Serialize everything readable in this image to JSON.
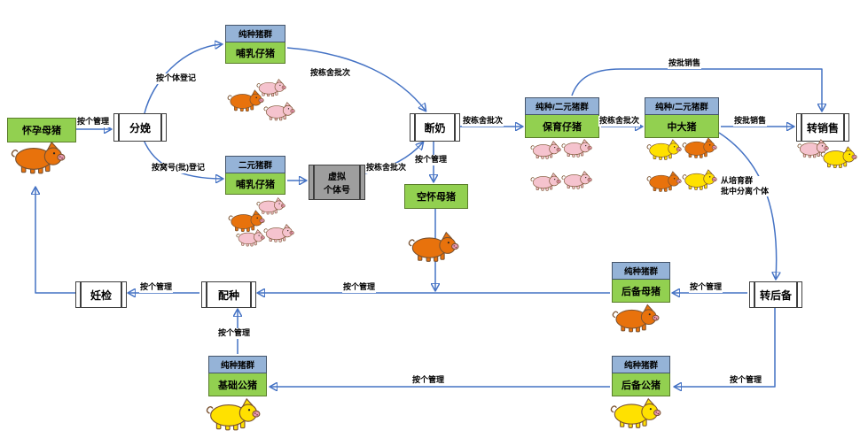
{
  "diagram": {
    "nodes": {
      "pregnant_sow": {
        "label": "怀孕母猪"
      },
      "farrowing": {
        "label": "分娩"
      },
      "purebred_suckling": {
        "header": "纯种猪群",
        "label": "哺乳仔猪"
      },
      "binary_suckling": {
        "header": "二元猪群",
        "label": "哺乳仔猪"
      },
      "virtual_id": {
        "label": "虚拟\n个体号"
      },
      "weaning": {
        "label": "断奶"
      },
      "open_sow": {
        "label": "空怀母猪"
      },
      "nursery_piglets": {
        "header": "纯种/二元猪群",
        "label": "保育仔猪"
      },
      "grower_pigs": {
        "header": "纯种/二元猪群",
        "label": "中大猪"
      },
      "to_sales": {
        "label": "转销售"
      },
      "to_reserve": {
        "label": "转后备"
      },
      "reserve_sows": {
        "header": "纯种猪群",
        "label": "后备母猪"
      },
      "mating": {
        "label": "配种"
      },
      "pregnancy_check": {
        "label": "妊检"
      },
      "base_boars": {
        "header": "纯种猪群",
        "label": "基础公猪"
      },
      "reserve_boars": {
        "header": "纯种猪群",
        "label": "后备公猪"
      }
    },
    "edge_labels": {
      "manage_individual_1": "按个管理",
      "register_individual": "按个体登记",
      "barn_batch_1": "按栋舍批次",
      "register_litter": "按窝号(批)登记",
      "barn_batch_2": "按栋舍批次",
      "manage_individual_2": "按个管理",
      "barn_batch_3": "按栋舍批次",
      "barn_batch_4": "按栋舍批次",
      "batch_sale_1": "按批销售",
      "batch_sale_2": "按批销售",
      "separate_from_batch": "从培育群\n批中分离个体",
      "manage_individual_3": "按个管理",
      "manage_individual_4": "按个管理",
      "manage_individual_5": "按个管理",
      "manage_individual_6": "按个管理",
      "manage_individual_7": "按个管理",
      "manage_individual_8": "按个管理"
    },
    "colors": {
      "node_green": "#92D050",
      "header_blue": "#95B3D7",
      "virtual_gray": "#9E9E9E",
      "arrow_blue": "#4472C4",
      "pig_orange": "#E8720C",
      "pig_pink": "#F5C3CE",
      "pig_yellow": "#FFE100"
    },
    "icons": {
      "pig": "pig-icon"
    }
  }
}
